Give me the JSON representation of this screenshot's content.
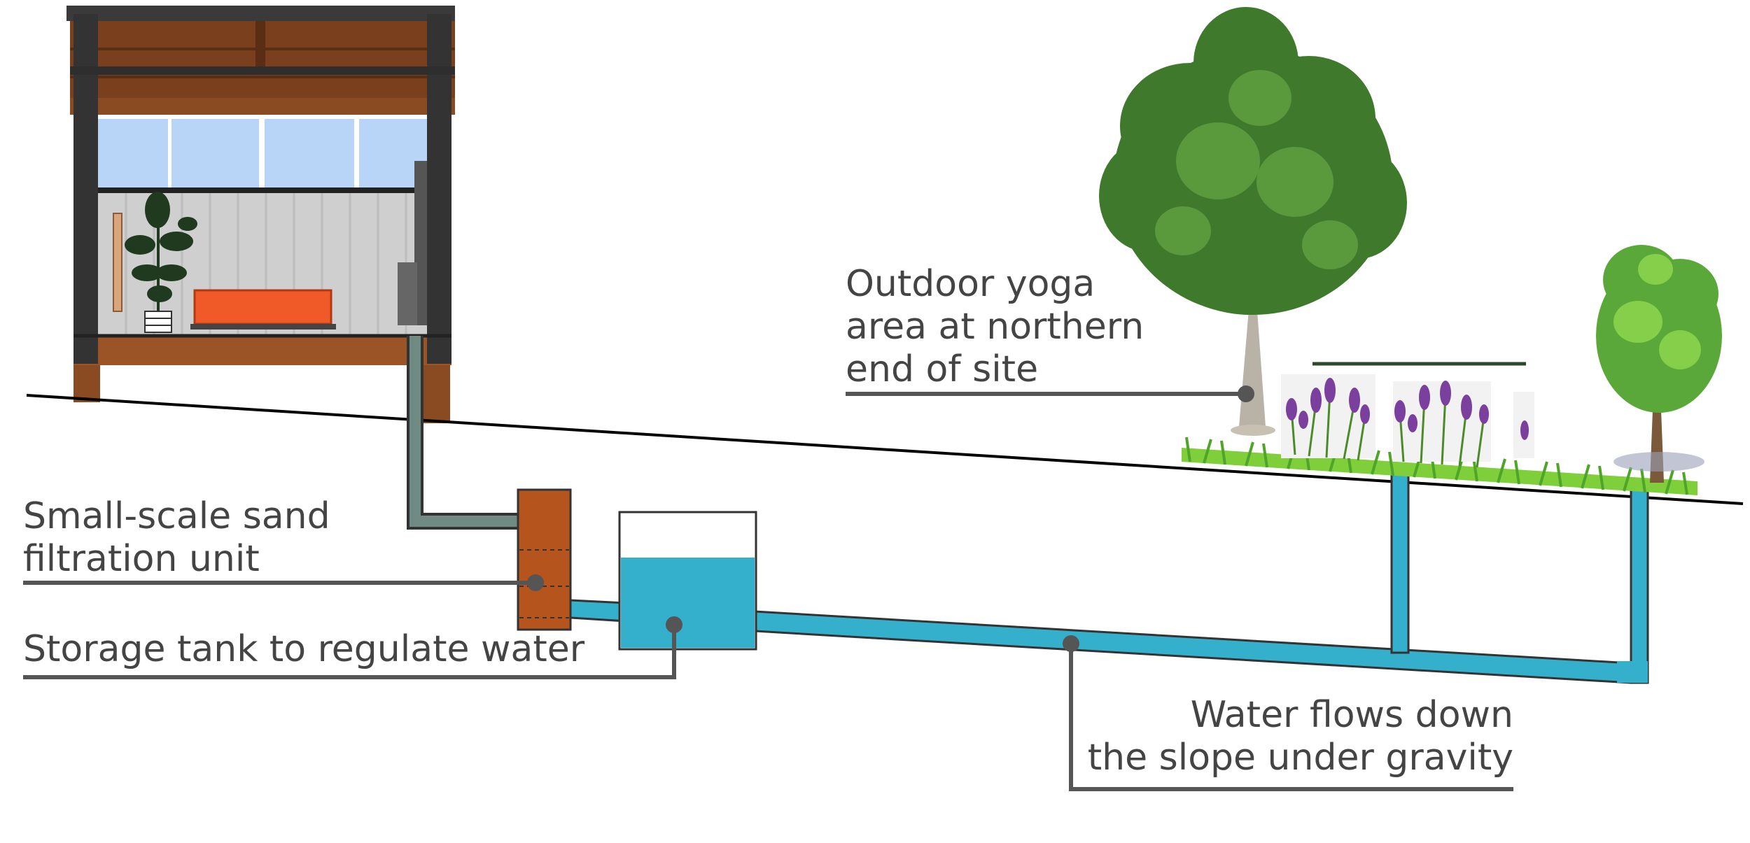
{
  "labels": {
    "yoga": {
      "line1": "Outdoor yoga",
      "line2": "area at northern",
      "line3": "end of site"
    },
    "sand_filter": {
      "line1": "Small-scale sand",
      "line2": "filtration unit"
    },
    "storage_tank": {
      "line1": "Storage tank to regulate water"
    },
    "water_flow": {
      "line1": "Water flows down",
      "line2": "the slope under gravity"
    }
  },
  "colors": {
    "water": "#34b0cc",
    "greywater_pipe": "#6f8b84",
    "filter_box": "#b5541d",
    "timber": "#8a4a22",
    "frame": "#333333",
    "bench": "#f05a28",
    "glass": "#b8d4f7",
    "leader_line": "#555555",
    "text": "#444444"
  },
  "icons": {
    "cabin": "yoga-cabin-illustration",
    "tree_large": "deciduous-tree-icon",
    "tree_small": "young-tree-icon",
    "lavender": "lavender-plant-icon",
    "grass": "grass-strip"
  }
}
